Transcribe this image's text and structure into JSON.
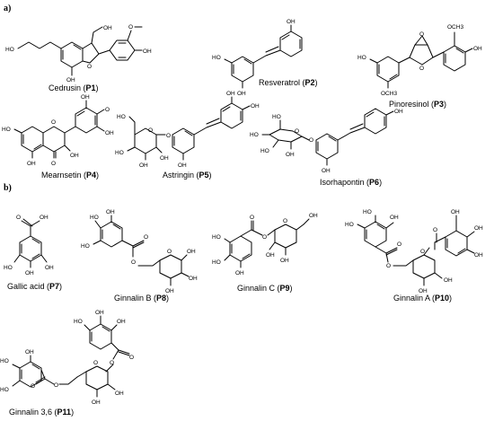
{
  "sections": [
    {
      "label": "a)"
    },
    {
      "label": "b)"
    }
  ],
  "compounds": [
    {
      "name": "Cedrusin",
      "code": "P1"
    },
    {
      "name": "Resveratrol",
      "code": "P2"
    },
    {
      "name": "Pinoresinol",
      "code": "P3"
    },
    {
      "name": "Mearnsetin",
      "code": "P4"
    },
    {
      "name": "Astringin",
      "code": "P5"
    },
    {
      "name": "Isorhapontin",
      "code": "P6"
    },
    {
      "name": "Gallic acid",
      "code": "P7"
    },
    {
      "name": "Ginnalin B",
      "code": "P8"
    },
    {
      "name": "Ginnalin C",
      "code": "P9"
    },
    {
      "name": "Ginnalin A",
      "code": "P10"
    },
    {
      "name": "Ginnalin 3,6",
      "code": "P11"
    }
  ],
  "atoms": {
    "oh": "OH",
    "ho": "HO",
    "o": "O",
    "ome": "O",
    "och3": "OCH3"
  }
}
